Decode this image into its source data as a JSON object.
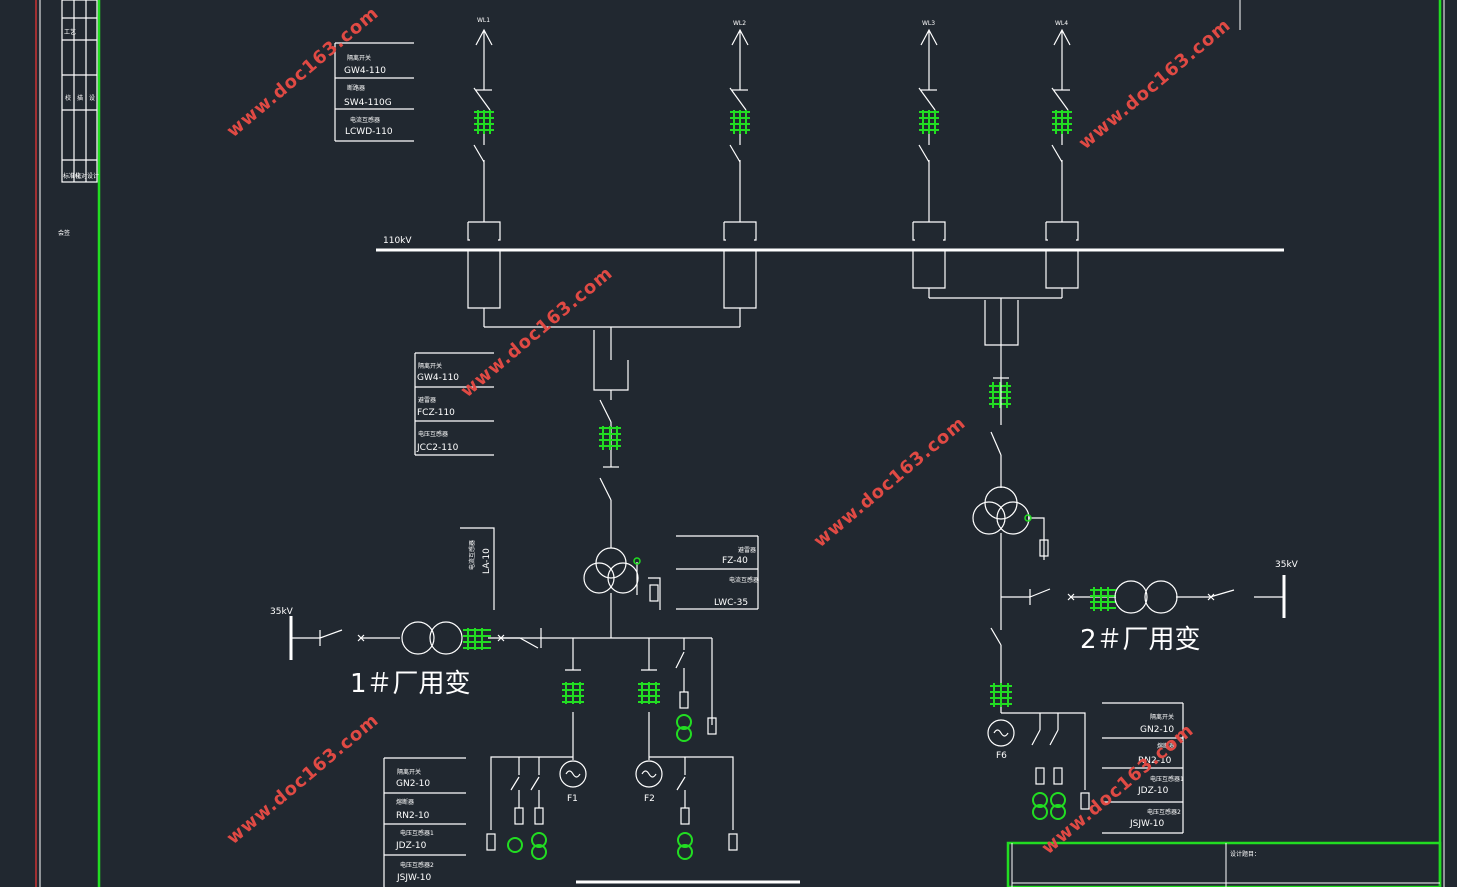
{
  "bus": {
    "main_label": "110kV",
    "left_35kv": "35kV",
    "right_35kv": "35kV"
  },
  "feeders": [
    "WL1",
    "WL2",
    "WL3",
    "WL4"
  ],
  "transformers": {
    "t1": "1＃厂用变",
    "t2": "2＃厂用变"
  },
  "generators": {
    "f1": "F1",
    "f2": "F2",
    "f6": "F6"
  },
  "tables": {
    "top": [
      {
        "title": "隔离开关",
        "model": "GW4-110"
      },
      {
        "title": "断路器",
        "model": "SW4-110G"
      },
      {
        "title": "电流互感器",
        "model": "LCWD-110"
      }
    ],
    "mid": [
      {
        "title": "隔离开关",
        "model": "GW4-110"
      },
      {
        "title": "避雷器",
        "model": "FCZ-110"
      },
      {
        "title": "电压互感器",
        "model": "JCC2-110"
      }
    ],
    "arrester": [
      {
        "title": "避雷器",
        "model": "FZ-40"
      },
      {
        "title": "电流互感器",
        "model": "LWC-35"
      }
    ],
    "ct_vertical": {
      "title": "电流互感器",
      "model": "LA-10"
    },
    "bottom_left": [
      {
        "title": "隔离开关",
        "model": "GN2-10"
      },
      {
        "title": "熔断器",
        "model": "RN2-10"
      },
      {
        "title": "电压互感器1",
        "model": "JDZ-10"
      },
      {
        "title": "电压互感器2",
        "model": "JSJW-10"
      }
    ],
    "bottom_right": [
      {
        "title": "隔离开关",
        "model": "GN2-10"
      },
      {
        "title": "熔断器",
        "model": "RN2-10"
      },
      {
        "title": "电压互感器1",
        "model": "JDZ-10"
      },
      {
        "title": "电压互感器2",
        "model": "JSJW-10"
      }
    ]
  },
  "title_block": {
    "label": "设计题目："
  },
  "side_column": {
    "labels": [
      "工艺",
      "校",
      "描",
      "设",
      "标准化",
      "校对",
      "设计",
      "会签"
    ]
  },
  "watermark": "www.doc163.com",
  "colors": {
    "background": "#212830",
    "line": "#ffffff",
    "frame": "#22dd22",
    "watermark": "#e04a44"
  }
}
